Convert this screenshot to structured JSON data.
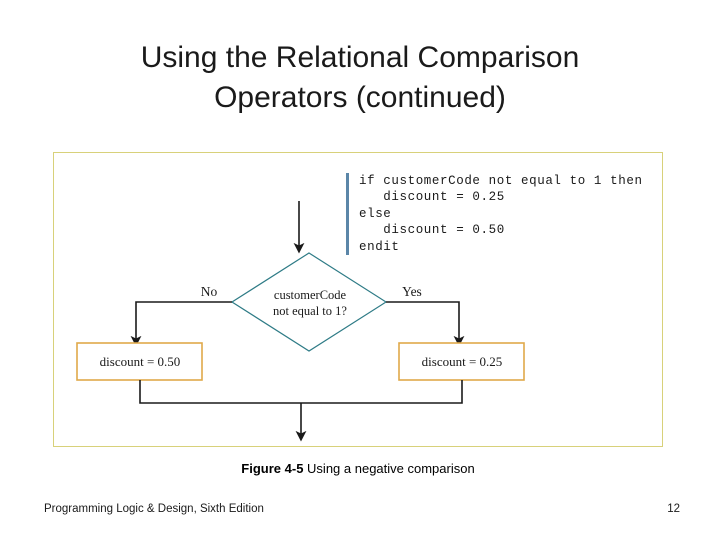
{
  "slide": {
    "title_line1": "Using the Relational Comparison",
    "title_line2": "Operators (continued)"
  },
  "figure": {
    "border_color": "#d8d17a",
    "pseudocode": {
      "accent_color": "#5b86a8",
      "text": "if customerCode not equal to 1 then\n   discount = 0.25\nelse\n   discount = 0.50\nendit"
    },
    "flowchart": {
      "decision": {
        "line1": "customerCode",
        "line2": "not equal to 1?",
        "outline_color": "#2e7b86"
      },
      "branch_no_label": "No",
      "branch_yes_label": "Yes",
      "box_no_text": "discount = 0.50",
      "box_yes_text": "discount = 0.25",
      "box_outline_color": "#e0a94a",
      "connector_color": "#1a1a1a"
    },
    "caption_label": "Figure 4-5",
    "caption_text": "Using a negative comparison"
  },
  "footer": {
    "source": "Programming Logic & Design, Sixth Edition",
    "page_number": "12"
  }
}
